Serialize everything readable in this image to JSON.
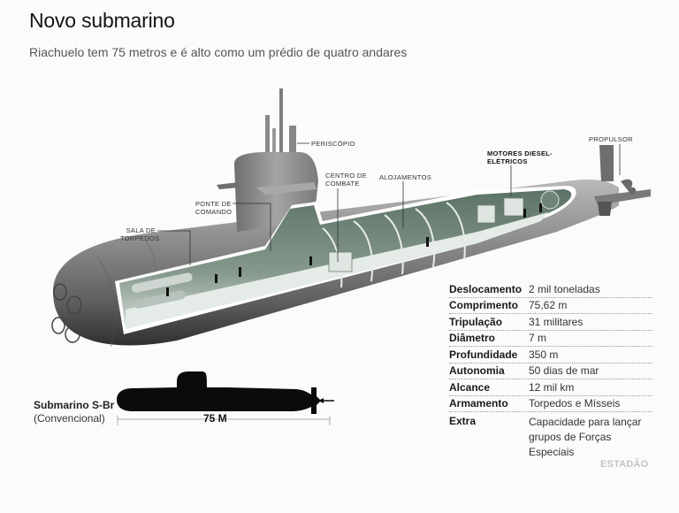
{
  "header": {
    "title": "Novo submarino",
    "subtitle": "Riachuelo tem 75 metros e é alto como um prédio de quatro andares"
  },
  "diagram": {
    "callouts": [
      {
        "id": "periscopio",
        "label": "PERISCÓPIO"
      },
      {
        "id": "propulsor",
        "label": "PROPULSOR"
      },
      {
        "id": "motores",
        "label_line1": "MOTORES DIESEL-",
        "label_line2": "ELÉTRICOS"
      },
      {
        "id": "centro",
        "label_line1": "CENTRO DE",
        "label_line2": "COMBATE"
      },
      {
        "id": "alojamentos",
        "label": "ALOJAMENTOS"
      },
      {
        "id": "ponte",
        "label_line1": "PONTE DE",
        "label_line2": "COMANDO"
      },
      {
        "id": "sala",
        "label_line1": "SALA DE",
        "label_line2": "TORPEDOS"
      }
    ],
    "colors": {
      "hull": "#8e8e8e",
      "hull_dark": "#5a5a5a",
      "interior": "#7d9487",
      "interior_light": "#c9d3cc",
      "silhouette": "#0b0b0b"
    }
  },
  "specs": [
    {
      "key": "Deslocamento",
      "value": "2 mil toneladas"
    },
    {
      "key": "Comprimento",
      "value": "75,62 m"
    },
    {
      "key": "Tripulação",
      "value": "31 militares"
    },
    {
      "key": "Diâmetro",
      "value": "7 m"
    },
    {
      "key": "Profundidade",
      "value": "350 m"
    },
    {
      "key": "Autonomia",
      "value": "50 dias de mar"
    },
    {
      "key": "Alcance",
      "value": "12 mil km"
    },
    {
      "key": "Armamento",
      "value": "Torpedos e Mísseis"
    },
    {
      "key": "Extra",
      "value_line1": "Capacidade para lançar",
      "value_line2": "grupos de Forças Especiais"
    }
  ],
  "silhouette": {
    "name": "Submarino S-Br",
    "type": "(Convencional)",
    "length_label": "75 M"
  },
  "credit": {
    "logo": "ESTADÃO"
  }
}
